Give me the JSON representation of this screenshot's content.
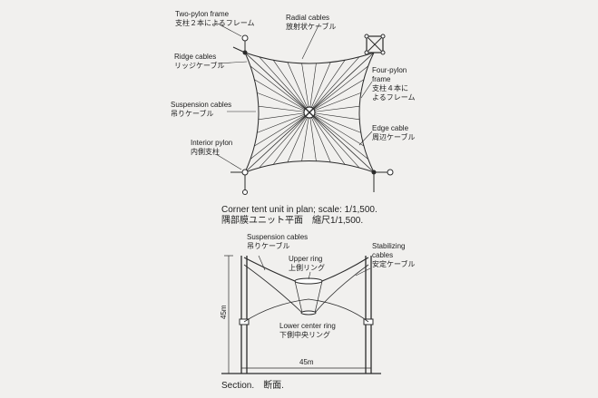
{
  "plan": {
    "labels": {
      "two_pylon_frame": "Two-pylon frame",
      "two_pylon_frame_jp": "支柱２本によるフレーム",
      "radial_cables": "Radial cables",
      "radial_cables_jp": "放射状ケーブル",
      "ridge_cables": "Ridge cables",
      "ridge_cables_jp": "リッジケーブル",
      "four_pylon_frame_1": "Four-pylon",
      "four_pylon_frame_2": "frame",
      "four_pylon_frame_jp_1": "支柱４本に",
      "four_pylon_frame_jp_2": "よるフレーム",
      "suspension_cables": "Suspension cables",
      "suspension_cables_jp": "吊りケーブル",
      "edge_cable": "Edge cable",
      "edge_cable_jp": "周辺ケーブル",
      "interior_pylon": "Interior pylon",
      "interior_pylon_jp": "内側支柱"
    },
    "caption": "Corner tent unit in plan; scale: 1/1,500.",
    "caption_jp": "隅部膜ユニット平面　縮尺1/1,500."
  },
  "section": {
    "labels": {
      "suspension_cables": "Suspension cables",
      "suspension_cables_jp": "吊りケーブル",
      "upper_ring": "Upper ring",
      "upper_ring_jp": "上側リング",
      "stabilizing_cables_1": "Stabilizing",
      "stabilizing_cables_2": "cables",
      "stabilizing_cables_jp": "安定ケーブル",
      "lower_center_ring": "Lower center ring",
      "lower_center_ring_jp": "下側中央リング",
      "height_dim": "45m",
      "width_dim": "45m"
    },
    "caption": "Section.　断面."
  }
}
